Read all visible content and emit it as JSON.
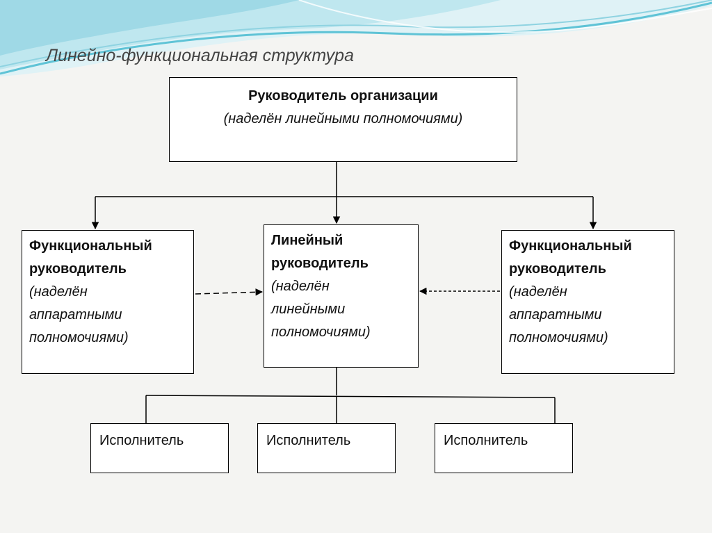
{
  "slide": {
    "title": "Линейно-функциональная  структура"
  },
  "colors": {
    "wave_teal": "#5fc3d6",
    "wave_light": "#bfe7ef",
    "line": "#000000"
  },
  "boxes": {
    "ceo": {
      "title": "Руководитель организации",
      "note": "(наделён линейными полномочиями)"
    },
    "func_left": {
      "title_1": "Функциональный",
      "title_2": "руководитель",
      "note_1": "(наделён",
      "note_2": "аппаратными",
      "note_3": "полномочиями)"
    },
    "linear": {
      "title_1": "Линейный",
      "title_2": "руководитель",
      "note_1": "(наделён",
      "note_2": "линейными",
      "note_3": "полномочиями)"
    },
    "func_right": {
      "title_1": "Функциональный",
      "title_2": "руководитель",
      "note_1": "(наделён",
      "note_2": "аппаратными",
      "note_3": "полномочиями)"
    },
    "executors": [
      "Исполнитель",
      "Исполнитель",
      "Исполнитель"
    ]
  }
}
